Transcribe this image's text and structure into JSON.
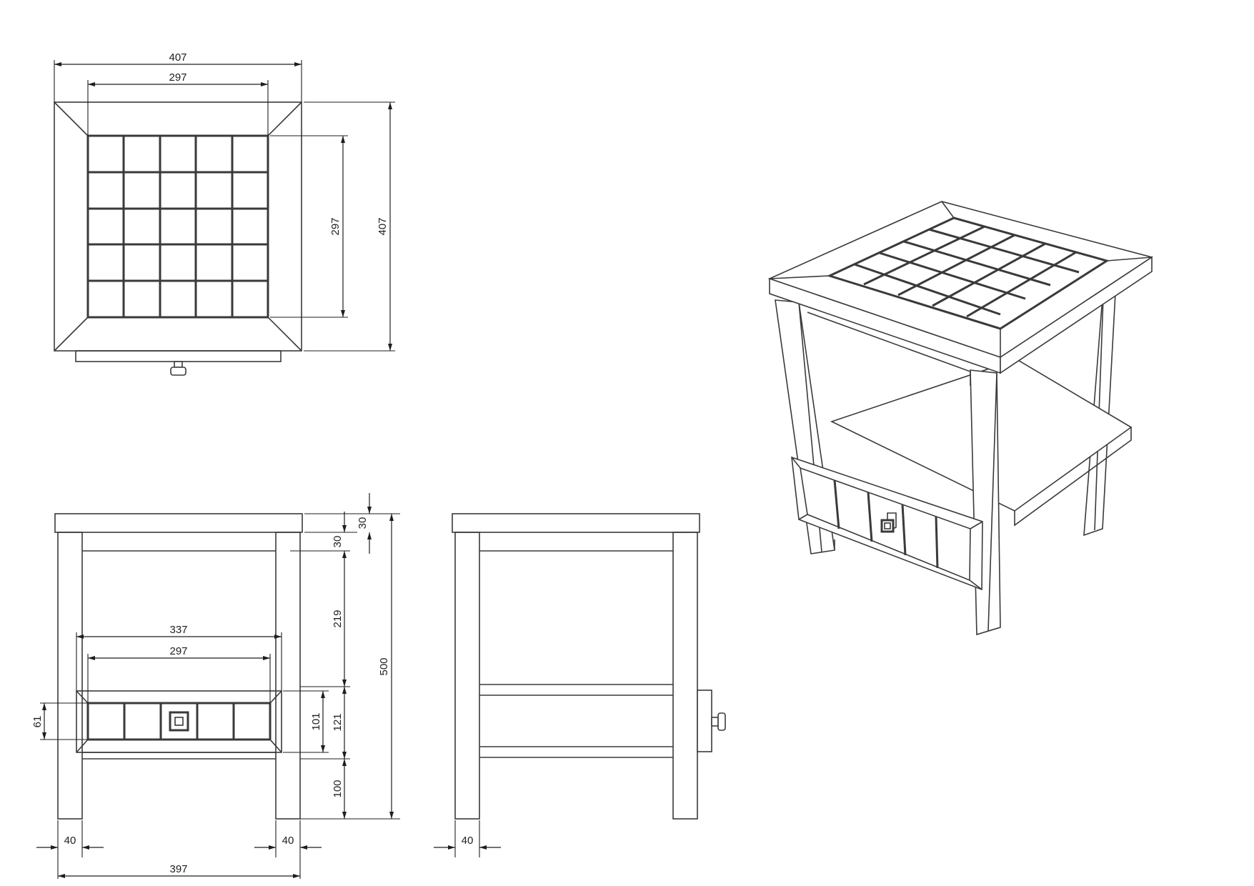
{
  "dimensions": {
    "top_overall_width": "407",
    "top_tile_width": "297",
    "top_tile_depth": "297",
    "top_overall_depth": "407",
    "front_top_thickness": "30",
    "front_apron": "30",
    "front_open_height": "219",
    "front_drawer_width": "337",
    "front_drawer_tile_width": "297",
    "front_drawer_tile_height": "61",
    "front_drawer_inner_height": "101",
    "front_drawer_height": "121",
    "front_floor_clearance": "100",
    "front_total_height": "500",
    "front_leg_left": "40",
    "front_leg_right": "40",
    "front_base_width": "397",
    "side_leg": "40"
  },
  "colors": {
    "line": "#3a3a3a",
    "dimension": "#1e1e1e",
    "background": "#ffffff"
  }
}
